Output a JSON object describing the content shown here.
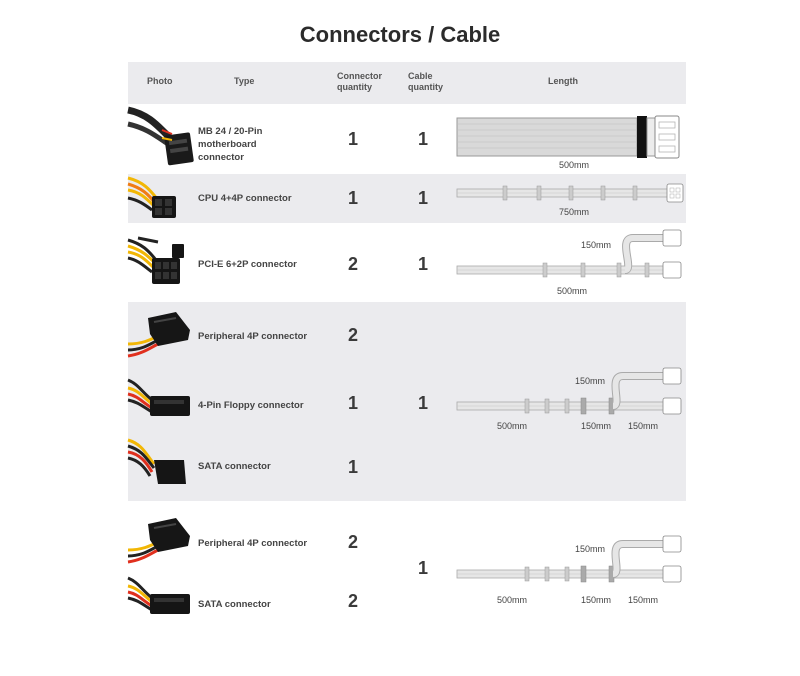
{
  "title": "Connectors / Cable",
  "header": {
    "photo": "Photo",
    "type": "Type",
    "connector_qty_line1": "Connector",
    "connector_qty_line2": "quantity",
    "cable_qty_line1": "Cable",
    "cable_qty_line2": "quantity",
    "length": "Length"
  },
  "rows": [
    {
      "type_lines": [
        "MB 24 / 20-Pin",
        "motherboard",
        "connector"
      ],
      "connector_qty": "1",
      "cable_qty": "1",
      "lengths": [
        "500mm"
      ]
    },
    {
      "type": "CPU 4+4P connector",
      "connector_qty": "1",
      "cable_qty": "1",
      "lengths": [
        "750mm"
      ]
    },
    {
      "type": "PCI-E 6+2P connector",
      "connector_qty": "2",
      "cable_qty": "1",
      "lengths": [
        "150mm",
        "500mm"
      ]
    },
    {
      "group": [
        {
          "type": "Peripheral 4P connector",
          "connector_qty": "2"
        },
        {
          "type": "4-Pin Floppy connector",
          "connector_qty": "1"
        },
        {
          "type": "SATA connector",
          "connector_qty": "1"
        }
      ],
      "cable_qty": "1",
      "lengths": [
        "150mm",
        "500mm",
        "150mm",
        "150mm"
      ]
    },
    {
      "group": [
        {
          "type": "Peripheral 4P connector",
          "connector_qty": "2"
        },
        {
          "type": "SATA connector",
          "connector_qty": "2"
        }
      ],
      "cable_qty": "1",
      "lengths": [
        "150mm",
        "500mm",
        "150mm",
        "150mm"
      ]
    }
  ],
  "colors": {
    "band": "#ebebee",
    "cable_sleeve": "#d6d6d6",
    "cable_outline": "#9a9a9a",
    "wire_red": "#e0301e",
    "wire_yellow": "#f2b705",
    "wire_orange": "#f07c14",
    "wire_black": "#222222"
  },
  "icons": [
    "mb-24pin-connector-icon",
    "cpu-4-4p-connector-icon",
    "pcie-6-2p-connector-icon",
    "peripheral-4p-connector-icon",
    "floppy-4pin-connector-icon",
    "sata-connector-icon"
  ]
}
